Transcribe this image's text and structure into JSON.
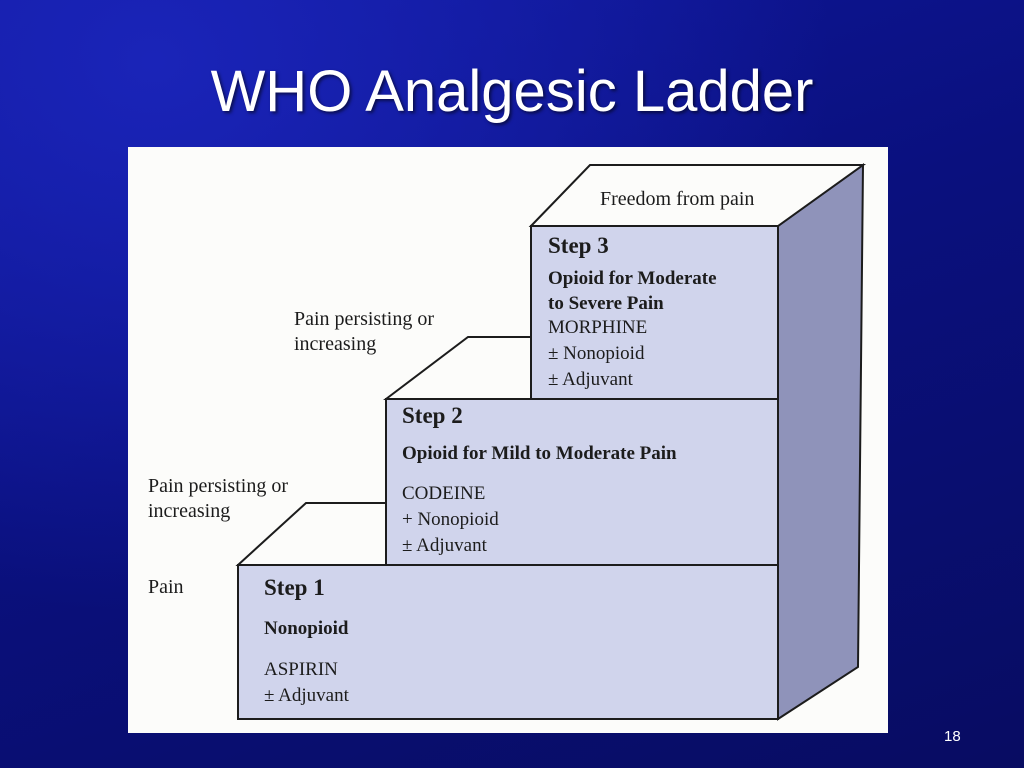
{
  "slide": {
    "title": "WHO Analgesic Ladder",
    "page_number": "18"
  },
  "diagram": {
    "top_label": "Freedom from pain",
    "side_labels": [
      "Pain persisting or\nincreasing",
      "Pain persisting or\nincreasing",
      "Pain"
    ],
    "steps": [
      {
        "title": "Step 1",
        "subtitle": "Nonopioid",
        "drugs": "ASPIRIN\n± Adjuvant"
      },
      {
        "title": "Step 2",
        "subtitle": "Opioid for Mild to Moderate Pain",
        "drugs": "CODEINE\n+ Nonopioid\n± Adjuvant"
      },
      {
        "title": "Step 3",
        "subtitle": "Opioid for Moderate\nto Severe Pain",
        "drugs": "MORPHINE\n± Nonopioid\n± Adjuvant"
      }
    ]
  },
  "colors": {
    "background": "#0d148f",
    "step_face": "#d0d4ec",
    "step_side": "#8f93ba",
    "outline": "#1c1c1c"
  }
}
